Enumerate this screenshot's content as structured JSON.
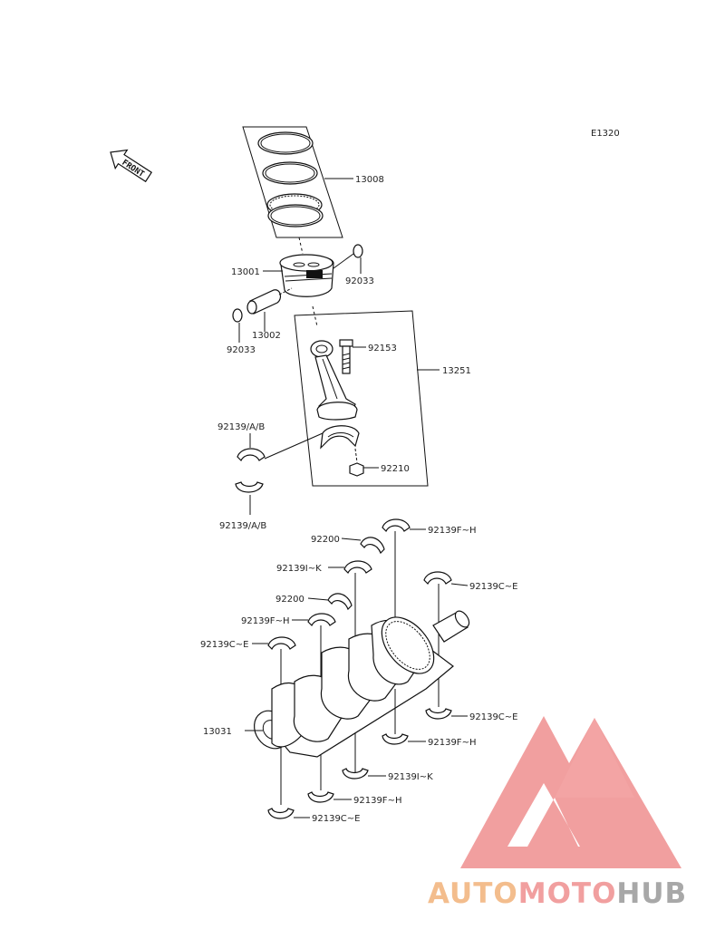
{
  "diagram_code": "E1320",
  "front_arrow": {
    "text": "FRONT",
    "icon": "front-direction-arrow-icon"
  },
  "callouts": {
    "piston_rings": "13008",
    "piston": "13001",
    "pin_clip_right": "92033",
    "piston_pin": "13002",
    "pin_clip_left": "92033",
    "conrod_bolt": "92153",
    "conrod_assy": "13251",
    "conrod_bearing_upper": "92139/A/B",
    "conrod_nut": "92210",
    "conrod_bearing_lower": "92139/A/B",
    "thrust_washer_upper": "92200",
    "main_bearing_fh_top": "92139F~H",
    "main_bearing_ik_top": "92139I~K",
    "main_bearing_ce_top_right": "92139C~E",
    "thrust_washer_lower": "92200",
    "main_bearing_fh_mid": "92139F~H",
    "main_bearing_ce_top_left": "92139C~E",
    "crankshaft": "13031",
    "main_bearing_ce_bottom_right": "92139C~E",
    "main_bearing_fh_bottom_right": "92139F~H",
    "main_bearing_ik_bottom": "92139I~K",
    "main_bearing_fh_bottom": "92139F~H",
    "main_bearing_ce_bottom": "92139C~E"
  },
  "watermark": {
    "brand_part1": "AUTO",
    "brand_part2": "MOTO",
    "brand_part3": "HUB",
    "color_orange": "#f2b27a",
    "color_red": "#ef8f8f",
    "color_gray": "#9a9a9a"
  }
}
